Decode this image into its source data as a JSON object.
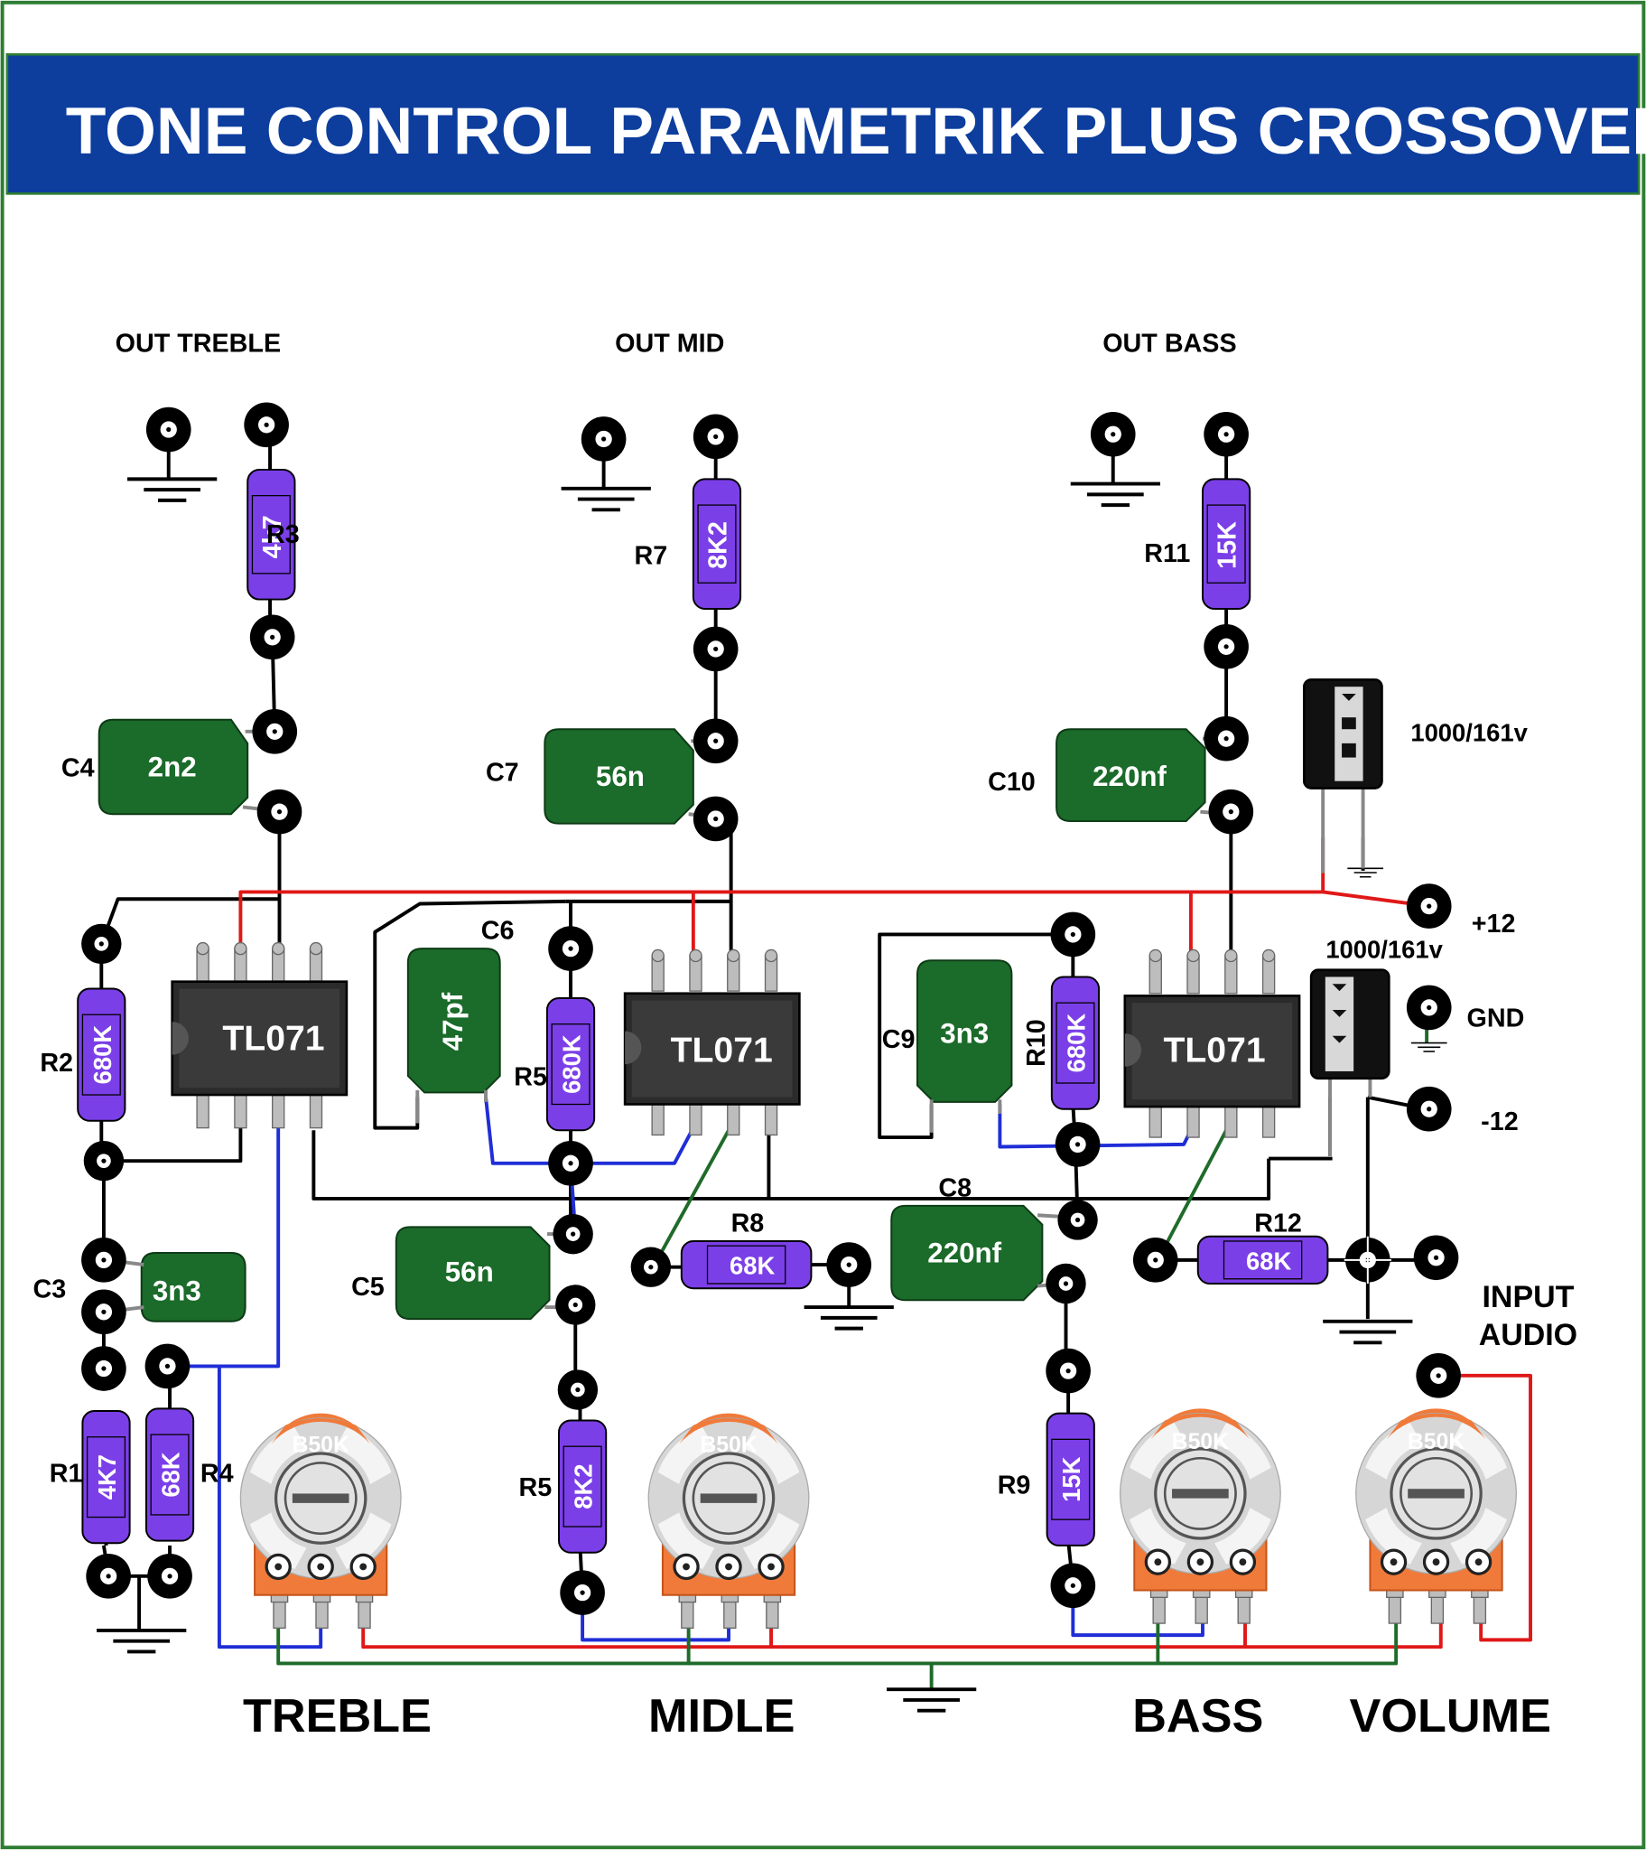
{
  "title": "TONE CONTROL PARAMETRIK PLUS CROSSOVER",
  "outputs": {
    "treble": "OUT TREBLE",
    "mid": "OUT MID",
    "bass": "OUT BASS"
  },
  "resistors": {
    "r1": {
      "ref": "R1",
      "value": "4K7"
    },
    "r2": {
      "ref": "R2",
      "value": "680K"
    },
    "r3": {
      "ref": "R3",
      "value": "4k7"
    },
    "r4": {
      "ref": "R4",
      "value": "68K"
    },
    "r5a": {
      "ref": "R5",
      "value": "680K"
    },
    "r5b": {
      "ref": "R5",
      "value": "8K2"
    },
    "r7": {
      "ref": "R7",
      "value": "8K2"
    },
    "r8": {
      "ref": "R8",
      "value": "68K"
    },
    "r9": {
      "ref": "R9",
      "value": "15K"
    },
    "r10": {
      "ref": "R10",
      "value": "680K"
    },
    "r11": {
      "ref": "R11",
      "value": "15K"
    },
    "r12": {
      "ref": "R12",
      "value": "68K"
    }
  },
  "capacitors": {
    "c3": {
      "ref": "C3",
      "value": "3n3"
    },
    "c4": {
      "ref": "C4",
      "value": "2n2"
    },
    "c5": {
      "ref": "C5",
      "value": "56n"
    },
    "c6": {
      "ref": "C6",
      "value": "47pf"
    },
    "c7": {
      "ref": "C7",
      "value": "56n"
    },
    "c8": {
      "ref": "C8",
      "value": "220nf"
    },
    "c9": {
      "ref": "C9",
      "value": "3n3"
    },
    "c10": {
      "ref": "C10",
      "value": "220nf"
    }
  },
  "elco": {
    "top": "1000/161v",
    "bottom": "1000/161v"
  },
  "ics": {
    "u1": "TL071",
    "u2": "TL071",
    "u3": "TL071"
  },
  "power": {
    "plus": "+12",
    "gnd": "GND",
    "minus": "-12"
  },
  "input": {
    "line1": "INPUT",
    "line2": "AUDIO"
  },
  "pots": {
    "treble": {
      "value": "B50K",
      "label": "TREBLE"
    },
    "mid": {
      "value": "B50K",
      "label": "MIDLE"
    },
    "bass": {
      "value": "B50K",
      "label": "BASS"
    },
    "volume": {
      "value": "B50K",
      "label": "VOLUME"
    }
  },
  "colors": {
    "title_bar": "#0D3E9E",
    "frame": "#2E7D32",
    "resistor": "#7B3FE8",
    "capacitor": "#1B6B2A",
    "ic": "#2B2B2B",
    "pot_top": "#F07A3A",
    "pot_body": "#F07A3A",
    "wire_red": "#E01818",
    "wire_blue": "#1F2ED6",
    "wire_green": "#1F6B2A",
    "wire_black": "#000000"
  }
}
